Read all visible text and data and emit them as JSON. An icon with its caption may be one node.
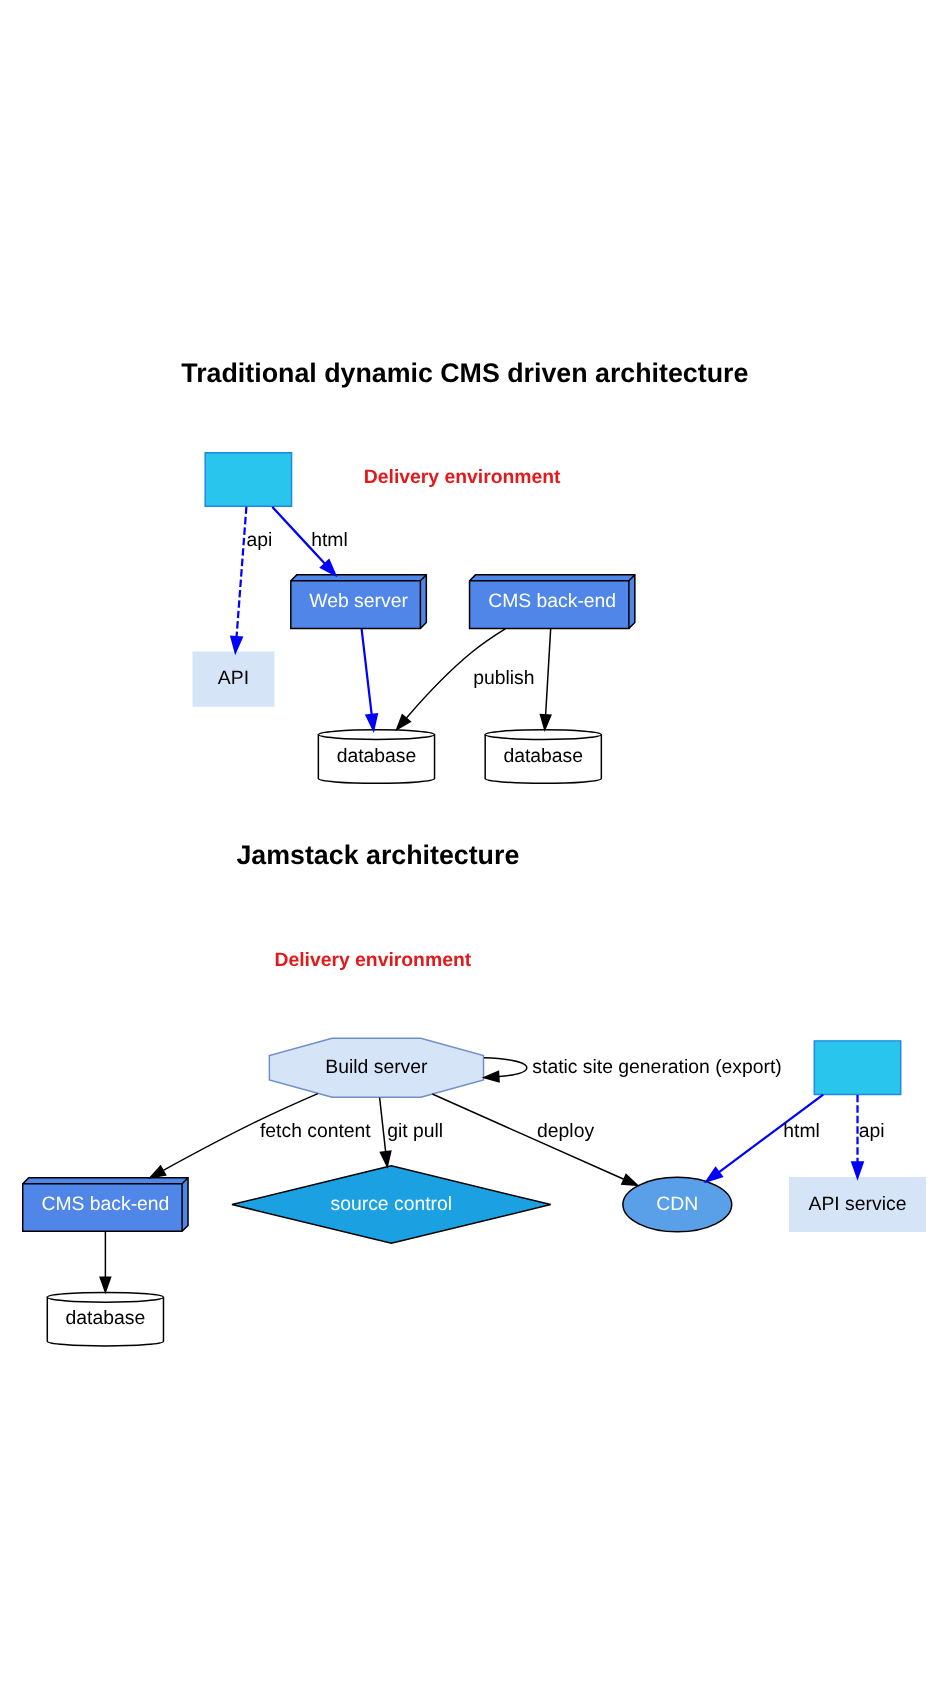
{
  "diagram": {
    "nodes": [
      {
        "text": [],
        "shape": "box"
      },
      {
        "text": [
          "Web server"
        ]
      },
      {
        "text": [
          "database"
        ]
      },
      {
        "text": [
          "API"
        ]
      },
      {
        "text": [
          "CMS back-end"
        ]
      },
      {
        "text": [
          "database"
        ]
      },
      {
        "text": [],
        "shape": "box"
      },
      {
        "text": [
          "CDN"
        ]
      },
      {
        "text": [
          "API service"
        ]
      },
      {
        "text": [
          "source control"
        ]
      },
      {
        "text": [
          "Build server"
        ]
      },
      {
        "text": [
          "CMS back-end"
        ]
      },
      {
        "text": [
          "database"
        ]
      }
    ],
    "edges": [
      {
        "from": 0,
        "to": 1,
        "arrow": "to",
        "label": "html",
        "color": "#0000ff"
      },
      {
        "from": 1,
        "to": 2,
        "arrow": "to",
        "color": "#0000ff"
      },
      {
        "from": 0,
        "to": 3,
        "arrow": "to",
        "label": "api",
        "style": "dashed",
        "color": "#0000ff"
      },
      {
        "from": 4,
        "to": 5,
        "arrow": "to"
      },
      {
        "from": 4,
        "to": 2,
        "arrow": "to",
        "label": "publish"
      },
      {
        "from": 6,
        "to": 7,
        "arrow": "to",
        "label": "html",
        "color": "#0000ff"
      },
      {
        "from": 6,
        "to": 8,
        "arrow": "to",
        "label": "api",
        "style": "dashed",
        "color": "#0000ff"
      },
      {
        "from": 10,
        "to": 9,
        "arrow": "to",
        "label": "git pull"
      },
      {
        "from": 10,
        "to": 7,
        "arrow": "to",
        "label": "deploy"
      },
      {
        "from": 10,
        "to": 10,
        "arrow": "to",
        "label": "static site generation (export)"
      },
      {
        "from": 10,
        "to": 11,
        "arrow": "to",
        "label": "fetch content"
      },
      {
        "from": 11,
        "to": 12,
        "arrow": "to"
      }
    ],
    "labels": [
      "Traditional dynamic CMS driven architecture",
      "Delivery environment",
      "Jamstack architecture",
      "Delivery environment"
    ]
  }
}
